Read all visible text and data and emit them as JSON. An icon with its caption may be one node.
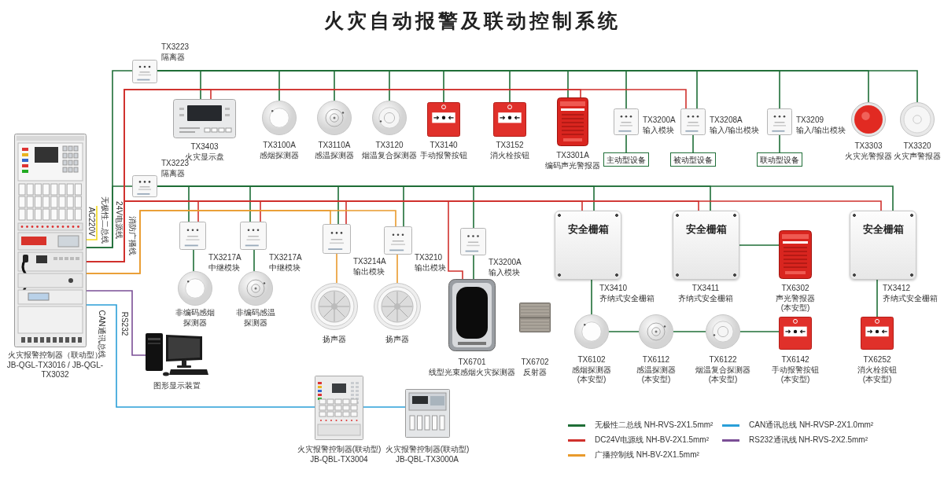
{
  "diagram": {
    "title": "火灾自动报警及联动控制系统",
    "nodes": [
      {
        "text": [],
        "shape": "picture",
        "beside": [
          "火灾报警控制器（联动型）",
          "JB-QGL-TX3016 / JB-QGL-TX3032"
        ]
      },
      {
        "text": [],
        "shape": "picture",
        "beside": [
          "TX3223",
          "隔离器"
        ]
      },
      {
        "text": [],
        "shape": "picture",
        "beside": [
          "TX3403",
          "火灾显示盘"
        ]
      },
      {
        "text": [],
        "shape": "picture",
        "beside": [
          "TX3100A",
          "感烟探测器"
        ]
      },
      {
        "text": [],
        "shape": "picture",
        "beside": [
          "TX3110A",
          "感温探测器"
        ]
      },
      {
        "text": [],
        "shape": "picture",
        "beside": [
          "TX3120",
          "烟温复合探测器"
        ]
      },
      {
        "text": [],
        "shape": "picture",
        "beside": [
          "TX3140",
          "手动报警按钮"
        ]
      },
      {
        "text": [],
        "shape": "picture",
        "beside": [
          "TX3152",
          "消火栓按钮"
        ]
      },
      {
        "text": [],
        "shape": "picture",
        "beside": [
          "TX3301A",
          "编码声光警报器"
        ]
      },
      {
        "text": [],
        "shape": "picture",
        "beside": [
          "TX3200A",
          "输入模块"
        ]
      },
      {
        "text": [
          "主动型设备"
        ]
      },
      {
        "text": [],
        "shape": "picture",
        "beside": [
          "TX3208A",
          "输入/输出模块"
        ]
      },
      {
        "text": [
          "被动型设备"
        ]
      },
      {
        "text": [],
        "shape": "picture",
        "beside": [
          "TX3209",
          "输入/输出模块"
        ]
      },
      {
        "text": [
          "联动型设备"
        ]
      },
      {
        "text": [],
        "shape": "picture",
        "beside": [
          "TX3303",
          "火灾光警报器"
        ]
      },
      {
        "text": [],
        "shape": "picture",
        "beside": [
          "TX3320",
          "火灾声警报器"
        ]
      },
      {
        "text": [],
        "shape": "picture",
        "beside": [
          "TX3223",
          "隔离器"
        ]
      },
      {
        "text": [],
        "shape": "picture",
        "beside": [
          "TX3217A",
          "中继模块"
        ]
      },
      {
        "text": [],
        "shape": "picture",
        "beside": [
          "非编码感烟探测器"
        ]
      },
      {
        "text": [],
        "shape": "picture",
        "beside": [
          "TX3217A",
          "中继模块"
        ]
      },
      {
        "text": [],
        "shape": "picture",
        "beside": [
          "非编码感温探测器"
        ]
      },
      {
        "text": [],
        "shape": "picture",
        "beside": [
          "TX3214A",
          "输出模块"
        ]
      },
      {
        "text": [],
        "shape": "picture",
        "beside": [
          "扬声器"
        ]
      },
      {
        "text": [],
        "shape": "picture",
        "beside": [
          "TX3210",
          "输出模块"
        ]
      },
      {
        "text": [],
        "shape": "picture",
        "beside": [
          "扬声器"
        ]
      },
      {
        "text": [],
        "shape": "picture",
        "beside": [
          "TX3200A",
          "输入模块"
        ]
      },
      {
        "text": [],
        "shape": "picture",
        "beside": [
          "TX6701",
          "线型光束感烟火灾探测器"
        ]
      },
      {
        "text": [],
        "shape": "picture",
        "beside": [
          "TX6702",
          "反射器"
        ]
      },
      {
        "text": [
          "安全栅箱"
        ],
        "beside": [
          "TX3410",
          "齐纳式安全栅箱"
        ]
      },
      {
        "text": [
          "安全栅箱"
        ],
        "beside": [
          "TX3411",
          "齐纳式安全栅箱"
        ]
      },
      {
        "text": [],
        "shape": "picture",
        "beside": [
          "TX6302",
          "声光警报器(本安型)"
        ]
      },
      {
        "text": [
          "安全栅箱"
        ],
        "beside": [
          "TX3412",
          "齐纳式安全栅箱"
        ]
      },
      {
        "text": [],
        "shape": "picture",
        "beside": [
          "TX6102",
          "感烟探测器(本安型)"
        ]
      },
      {
        "text": [],
        "shape": "picture",
        "beside": [
          "TX6112",
          "感温探测器(本安型)"
        ]
      },
      {
        "text": [],
        "shape": "picture",
        "beside": [
          "TX6122",
          "烟温复合探测器(本安型)"
        ]
      },
      {
        "text": [],
        "shape": "picture",
        "beside": [
          "TX6142",
          "手动报警按钮(本安型)"
        ]
      },
      {
        "text": [],
        "shape": "picture",
        "beside": [
          "TX6252",
          "消火栓按钮(本安型)"
        ]
      },
      {
        "text": [],
        "shape": "picture",
        "beside": [
          "图形显示装置"
        ]
      },
      {
        "text": [],
        "shape": "picture",
        "beside": [
          "火灾报警控制器(联动型)",
          "JB-QBL-TX3004"
        ]
      },
      {
        "text": [],
        "shape": "picture",
        "beside": [
          "火灾报警控制器(联动型)",
          "JB-QBL-TX3000A"
        ]
      }
    ],
    "edges": [
      {
        "from": 0,
        "to": 1,
        "arrow": "none",
        "label": "无极性二总线"
      },
      {
        "from": 1,
        "to": 2,
        "arrow": "none"
      },
      {
        "from": 1,
        "to": 3,
        "arrow": "none"
      },
      {
        "from": 1,
        "to": 4,
        "arrow": "none"
      },
      {
        "from": 1,
        "to": 5,
        "arrow": "none"
      },
      {
        "from": 1,
        "to": 6,
        "arrow": "none"
      },
      {
        "from": 1,
        "to": 7,
        "arrow": "none"
      },
      {
        "from": 1,
        "to": 8,
        "arrow": "none"
      },
      {
        "from": 1,
        "to": 9,
        "arrow": "none"
      },
      {
        "from": 1,
        "to": 11,
        "arrow": "none"
      },
      {
        "from": 1,
        "to": 13,
        "arrow": "none"
      },
      {
        "from": 1,
        "to": 15,
        "arrow": "none"
      },
      {
        "from": 1,
        "to": 16,
        "arrow": "none"
      },
      {
        "from": 9,
        "to": 10,
        "arrow": "none"
      },
      {
        "from": 11,
        "to": 12,
        "arrow": "none"
      },
      {
        "from": 13,
        "to": 14,
        "arrow": "none"
      },
      {
        "from": 0,
        "to": 17,
        "arrow": "none"
      },
      {
        "from": 17,
        "to": 18,
        "arrow": "none"
      },
      {
        "from": 17,
        "to": 20,
        "arrow": "none"
      },
      {
        "from": 17,
        "to": 22,
        "arrow": "none"
      },
      {
        "from": 17,
        "to": 24,
        "arrow": "none"
      },
      {
        "from": 17,
        "to": 26,
        "arrow": "none"
      },
      {
        "from": 17,
        "to": 29,
        "arrow": "none"
      },
      {
        "from": 17,
        "to": 30,
        "arrow": "none"
      },
      {
        "from": 17,
        "to": 32,
        "arrow": "none"
      },
      {
        "from": 18,
        "to": 19,
        "arrow": "none"
      },
      {
        "from": 20,
        "to": 21,
        "arrow": "none"
      },
      {
        "from": 26,
        "to": 27,
        "arrow": "none"
      },
      {
        "from": 0,
        "to": 2,
        "arrow": "none",
        "color": "#d0312d",
        "label": "24V电源线"
      },
      {
        "from": 0,
        "to": 8,
        "arrow": "none",
        "color": "#d0312d"
      },
      {
        "from": 0,
        "to": 11,
        "arrow": "none",
        "color": "#d0312d"
      },
      {
        "from": 0,
        "to": 18,
        "arrow": "none",
        "color": "#d0312d"
      },
      {
        "from": 0,
        "to": 20,
        "arrow": "none",
        "color": "#d0312d"
      },
      {
        "from": 0,
        "to": 22,
        "arrow": "none",
        "color": "#d0312d"
      },
      {
        "from": 0,
        "to": 27,
        "arrow": "none",
        "color": "#d0312d"
      },
      {
        "from": 0,
        "to": 29,
        "arrow": "none",
        "color": "#d0312d"
      },
      {
        "from": 0,
        "to": 30,
        "arrow": "none",
        "color": "#d0312d"
      },
      {
        "from": 0,
        "to": 32,
        "arrow": "none",
        "color": "#d0312d"
      },
      {
        "from": 0,
        "to": 22,
        "arrow": "none",
        "color": "#e99a2c",
        "label": "消防广播线"
      },
      {
        "from": 0,
        "to": 24,
        "arrow": "none",
        "color": "#e99a2c"
      },
      {
        "from": 22,
        "to": 23,
        "arrow": "none",
        "color": "#e99a2c"
      },
      {
        "from": 24,
        "to": 25,
        "arrow": "none",
        "color": "#e99a2c"
      },
      {
        "from": 29,
        "to": 33,
        "arrow": "none"
      },
      {
        "from": 33,
        "to": 34,
        "arrow": "none"
      },
      {
        "from": 34,
        "to": 35,
        "arrow": "none"
      },
      {
        "from": 35,
        "to": 36,
        "arrow": "none"
      },
      {
        "from": 30,
        "to": 31,
        "arrow": "none"
      },
      {
        "from": 32,
        "to": 37,
        "arrow": "none"
      },
      {
        "from": 0,
        "to": 38,
        "arrow": "none",
        "color": "#7b4f96",
        "label": "RS232"
      },
      {
        "from": 0,
        "to": 39,
        "arrow": "none",
        "color": "#2a9fd8",
        "label": "CAN通讯总线"
      },
      {
        "from": 39,
        "to": 40,
        "arrow": "none",
        "color": "#2a9fd8"
      },
      {
        "from": 0,
        "to": null,
        "arrow": "none",
        "color": "#f2d81c",
        "label": "AC220V"
      }
    ],
    "legend": [
      {
        "text": "无极性二总线 NH-RVS-2X1.5mm²",
        "color": "#1f6e37"
      },
      {
        "text": "DC24V电源线 NH-BV-2X1.5mm²",
        "color": "#d0312d"
      },
      {
        "text": "广播控制线 NH-BV-2X1.5mm²",
        "color": "#e99a2c"
      },
      {
        "text": "CAN通讯总线 NH-RVSP-2X1.0mm²",
        "color": "#2a9fd8"
      },
      {
        "text": "RS232通讯线 NH-RVS-2X2.5mm²",
        "color": "#7b4f96"
      }
    ]
  }
}
